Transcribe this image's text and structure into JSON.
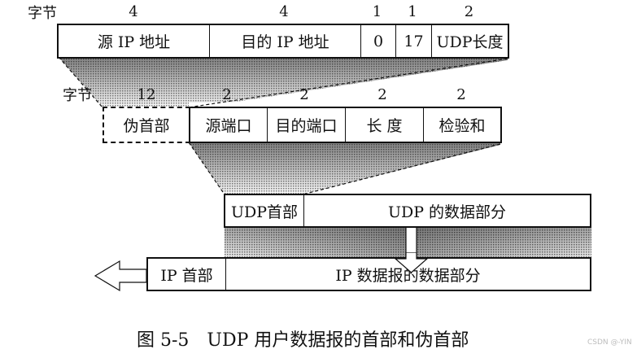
{
  "ip_pseudo_header": {
    "unit_label": "字节",
    "sizes": [
      "4",
      "4",
      "1",
      "1",
      "2"
    ],
    "fields": [
      "源 IP 地址",
      "目的 IP 地址",
      "0",
      "17",
      "UDP长度"
    ]
  },
  "udp_header": {
    "unit_label": "字节",
    "sizes": [
      "12",
      "2",
      "2",
      "2",
      "2"
    ],
    "pseudo_label": "伪首部",
    "fields": [
      "源端口",
      "目的端口",
      "长 度",
      "检验和"
    ]
  },
  "udp_datagram": {
    "header": "UDP首部",
    "data": "UDP 的数据部分"
  },
  "ip_datagram": {
    "header": "IP 首部",
    "data": "IP 数据报的数据部分"
  },
  "caption": "图 5-5　UDP 用户数据报的首部和伪首部",
  "watermark": "CSDN @-YIN"
}
